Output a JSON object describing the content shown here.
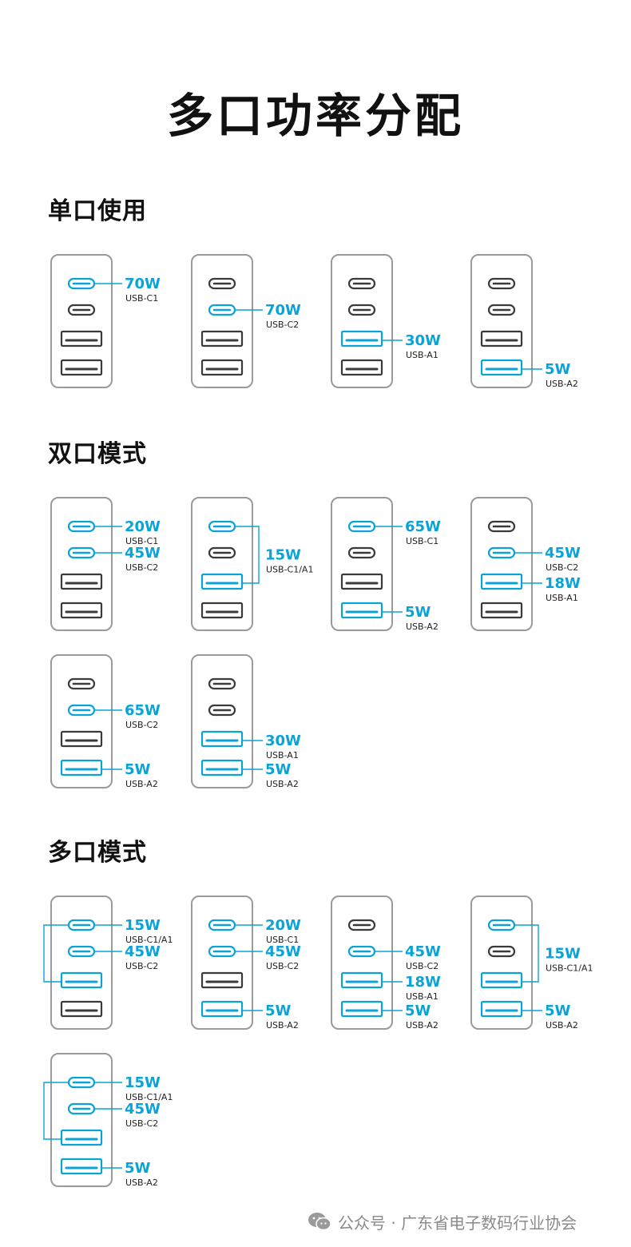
{
  "title": "多口功率分配",
  "colors": {
    "accent": "#0aa3d8",
    "inactive": "#3a3a3a",
    "frame": "#9a9a9a"
  },
  "sections": [
    {
      "title": "单口使用",
      "rows": [
        [
          {
            "active": [
              0
            ],
            "labels": [
              {
                "port": 0,
                "watt": "70W",
                "port_name": "USB-C1"
              }
            ]
          },
          {
            "active": [
              1
            ],
            "labels": [
              {
                "port": 1,
                "watt": "70W",
                "port_name": "USB-C2"
              }
            ]
          },
          {
            "active": [
              2
            ],
            "labels": [
              {
                "port": 2,
                "watt": "30W",
                "port_name": "USB-A1"
              }
            ]
          },
          {
            "active": [
              3
            ],
            "labels": [
              {
                "port": 3,
                "watt": "5W",
                "port_name": "USB-A2"
              }
            ]
          }
        ]
      ]
    },
    {
      "title": "双口模式",
      "rows": [
        [
          {
            "active": [
              0,
              1
            ],
            "labels": [
              {
                "port": 0,
                "watt": "20W",
                "port_name": "USB-C1"
              },
              {
                "port": 1,
                "watt": "45W",
                "port_name": "USB-C2"
              }
            ]
          },
          {
            "active": [
              0,
              2
            ],
            "labels": [
              {
                "ports": [
                  0,
                  2
                ],
                "watt": "15W",
                "port_name": "USB-C1/A1"
              }
            ]
          },
          {
            "active": [
              0,
              3
            ],
            "labels": [
              {
                "port": 0,
                "watt": "65W",
                "port_name": "USB-C1"
              },
              {
                "port": 3,
                "watt": "5W",
                "port_name": "USB-A2"
              }
            ]
          },
          {
            "active": [
              1,
              2
            ],
            "labels": [
              {
                "port": 1,
                "watt": "45W",
                "port_name": "USB-C2"
              },
              {
                "port": 2,
                "watt": "18W",
                "port_name": "USB-A1"
              }
            ]
          }
        ],
        [
          {
            "active": [
              1,
              3
            ],
            "labels": [
              {
                "port": 1,
                "watt": "65W",
                "port_name": "USB-C2"
              },
              {
                "port": 3,
                "watt": "5W",
                "port_name": "USB-A2"
              }
            ]
          },
          {
            "active": [
              2,
              3
            ],
            "labels": [
              {
                "port": 2,
                "watt": "30W",
                "port_name": "USB-A1"
              },
              {
                "port": 3,
                "watt": "5W",
                "port_name": "USB-A2"
              }
            ]
          }
        ]
      ]
    },
    {
      "title": "多口模式",
      "rows": [
        [
          {
            "active": [
              0,
              1,
              2
            ],
            "bracket_left": [
              0,
              2
            ],
            "labels": [
              {
                "port": 0,
                "watt": "15W",
                "port_name": "USB-C1/A1"
              },
              {
                "port": 1,
                "watt": "45W",
                "port_name": "USB-C2"
              }
            ]
          },
          {
            "active": [
              0,
              1,
              3
            ],
            "labels": [
              {
                "port": 0,
                "watt": "20W",
                "port_name": "USB-C1"
              },
              {
                "port": 1,
                "watt": "45W",
                "port_name": "USB-C2"
              },
              {
                "port": 3,
                "watt": "5W",
                "port_name": "USB-A2"
              }
            ]
          },
          {
            "active": [
              1,
              2,
              3
            ],
            "labels": [
              {
                "port": 1,
                "watt": "45W",
                "port_name": "USB-C2"
              },
              {
                "port": 2,
                "watt": "18W",
                "port_name": "USB-A1"
              },
              {
                "port": 3,
                "watt": "5W",
                "port_name": "USB-A2"
              }
            ]
          },
          {
            "active": [
              0,
              2,
              3
            ],
            "labels": [
              {
                "ports": [
                  0,
                  2
                ],
                "watt": "15W",
                "port_name": "USB-C1/A1"
              },
              {
                "port": 3,
                "watt": "5W",
                "port_name": "USB-A2"
              }
            ]
          }
        ],
        [
          {
            "active": [
              0,
              1,
              2,
              3
            ],
            "bracket_left": [
              0,
              2
            ],
            "labels": [
              {
                "port": 0,
                "watt": "15W",
                "port_name": "USB-C1/A1"
              },
              {
                "port": 1,
                "watt": "45W",
                "port_name": "USB-C2"
              },
              {
                "port": 3,
                "watt": "5W",
                "port_name": "USB-A2"
              }
            ]
          }
        ]
      ]
    }
  ],
  "footer": {
    "icon": "wechat-icon",
    "text": "公众号 · 广东省电子数码行业协会"
  }
}
